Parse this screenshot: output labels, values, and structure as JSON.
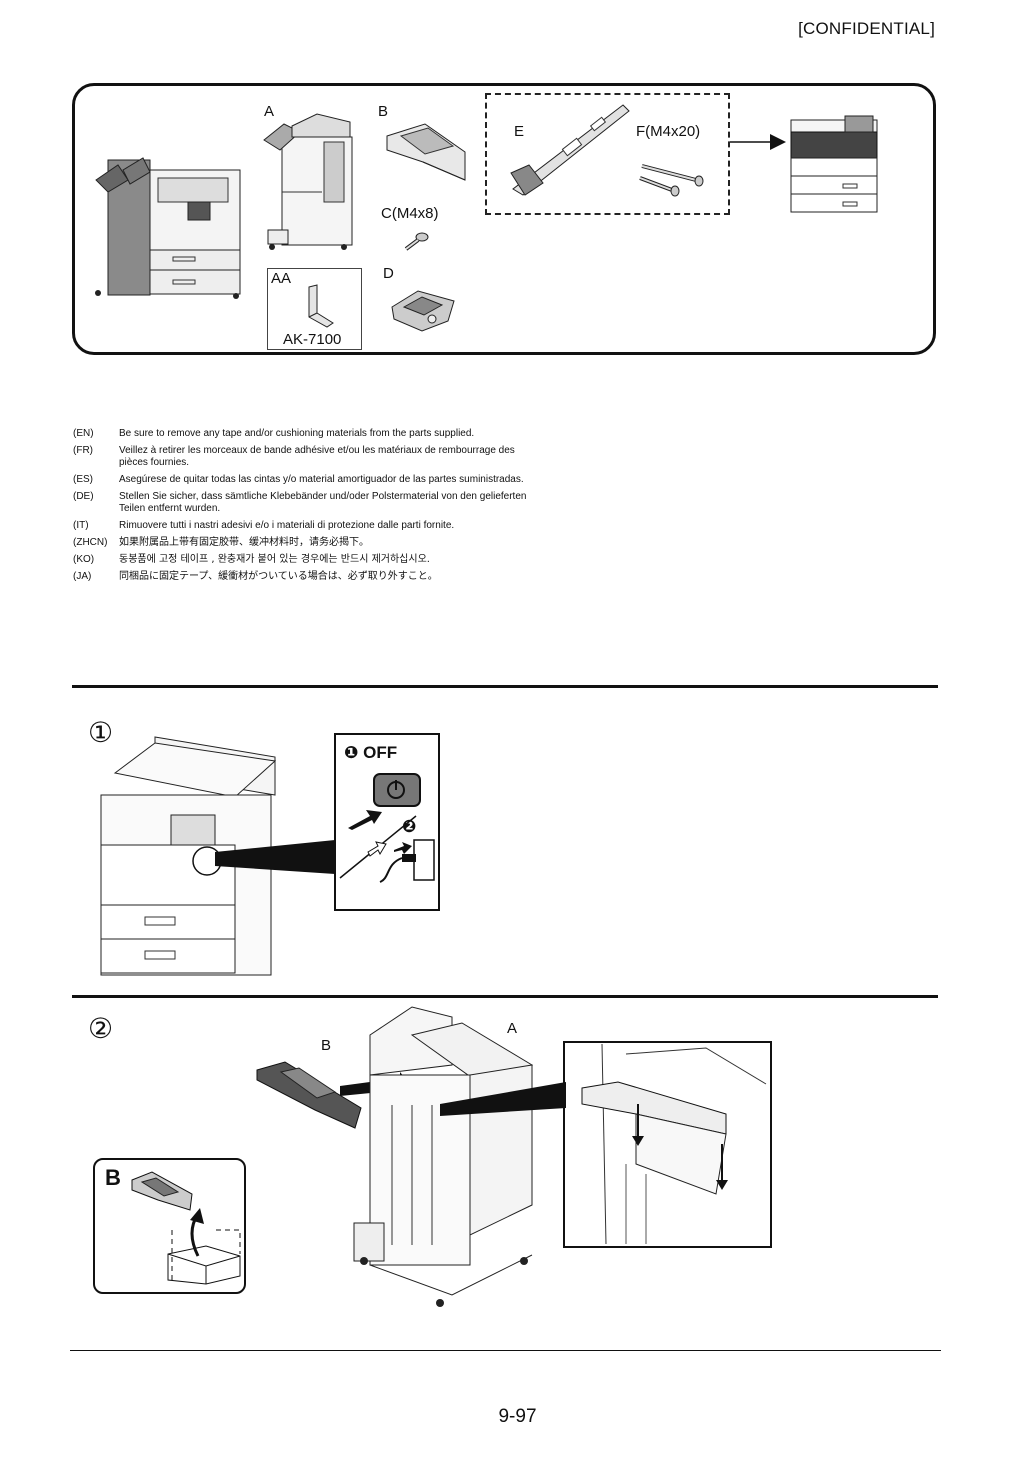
{
  "header": {
    "confidential": "[CONFIDENTIAL]"
  },
  "parts": {
    "label_a": "A",
    "label_b": "B",
    "label_c": "C(M4x8)",
    "label_d": "D",
    "label_e": "E",
    "label_f": "F(M4x20)",
    "label_aa": "AA",
    "label_ak": "AK-7100"
  },
  "notes": [
    {
      "code": "(EN)",
      "text": "Be sure to remove any tape and/or cushioning materials from the parts supplied."
    },
    {
      "code": "(FR)",
      "text": "Veillez à retirer les morceaux de bande adhésive et/ou les matériaux de rembourrage des pièces fournies."
    },
    {
      "code": "(ES)",
      "text": "Asegúrese de quitar todas las cintas y/o material amortiguador de las partes suministradas."
    },
    {
      "code": "(DE)",
      "text": "Stellen Sie sicher, dass sämtliche Klebebänder und/oder Polstermaterial von den gelieferten Teilen entfernt wurden."
    },
    {
      "code": "(IT)",
      "text": "Rimuovere tutti i nastri adesivi e/o i materiali di protezione dalle parti fornite."
    },
    {
      "code": "(ZHCN)",
      "text": "如果附属品上带有固定胶带、缓冲材料时，请务必揭下。"
    },
    {
      "code": "(KO)",
      "text": "동봉품에 고정 테이프 , 완충재가 붙어 있는 경우에는 반드시 제거하십시오."
    },
    {
      "code": "(JA)",
      "text": "同梱品に固定テープ、緩衝材がついている場合は、必ず取り外すこと。"
    }
  ],
  "step1": {
    "number": "①",
    "off_marker": "❶",
    "off_label": "OFF",
    "plug_marker": "❷"
  },
  "step2": {
    "number": "②",
    "label_a": "A",
    "label_b": "B",
    "inset_label": "B"
  },
  "footer": {
    "page": "9-97"
  }
}
